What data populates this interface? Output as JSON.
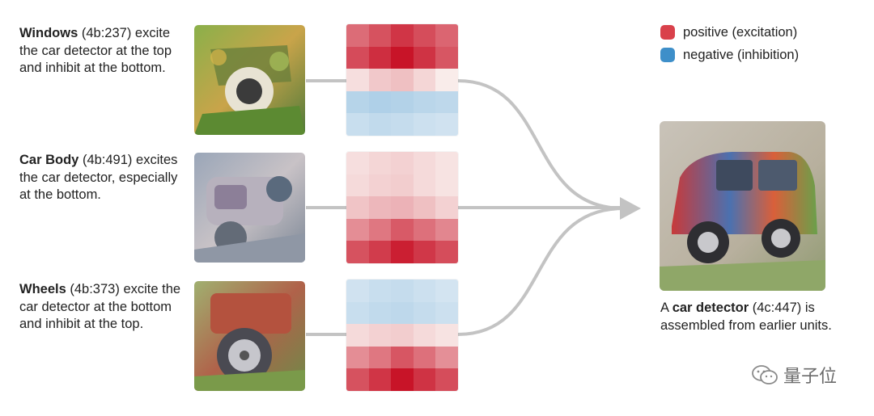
{
  "legend": {
    "positive": {
      "label": "positive (excitation)",
      "color": "#d9414b"
    },
    "negative": {
      "label": "negative (inhibition)",
      "color": "#3e8fc9"
    }
  },
  "units": [
    {
      "name": "Windows",
      "id": "(4b:237)",
      "desc": "excite the car detector at the top and inhibit at the bottom.",
      "weights": [
        [
          0.6,
          0.72,
          0.85,
          0.74,
          0.63
        ],
        [
          0.75,
          0.88,
          1.0,
          0.86,
          0.7
        ],
        [
          0.08,
          0.18,
          0.22,
          0.12,
          0.02
        ],
        [
          -0.32,
          -0.36,
          -0.34,
          -0.3,
          -0.28
        ],
        [
          -0.22,
          -0.26,
          -0.24,
          -0.2,
          -0.18
        ]
      ]
    },
    {
      "name": "Car Body",
      "id": "(4b:491)",
      "desc": "excites the car detector, especially at the bottom.",
      "weights": [
        [
          0.08,
          0.12,
          0.14,
          0.1,
          0.06
        ],
        [
          0.1,
          0.14,
          0.16,
          0.1,
          0.06
        ],
        [
          0.2,
          0.26,
          0.28,
          0.22,
          0.14
        ],
        [
          0.45,
          0.55,
          0.68,
          0.58,
          0.48
        ],
        [
          0.72,
          0.82,
          0.95,
          0.84,
          0.74
        ]
      ]
    },
    {
      "name": "Wheels",
      "id": "(4b:373)",
      "desc": "excite the car detector at the bottom and inhibit at the top.",
      "weights": [
        [
          -0.18,
          -0.22,
          -0.24,
          -0.2,
          -0.16
        ],
        [
          -0.22,
          -0.26,
          -0.28,
          -0.24,
          -0.2
        ],
        [
          0.1,
          0.14,
          0.16,
          0.1,
          0.06
        ],
        [
          0.45,
          0.55,
          0.7,
          0.58,
          0.44
        ],
        [
          0.72,
          0.85,
          1.0,
          0.86,
          0.74
        ]
      ]
    }
  ],
  "result": {
    "prefix": "A ",
    "name": "car detector",
    "id": "(4c:447)",
    "desc": "is assembled from earlier units."
  },
  "watermark": {
    "text": "量子位"
  }
}
